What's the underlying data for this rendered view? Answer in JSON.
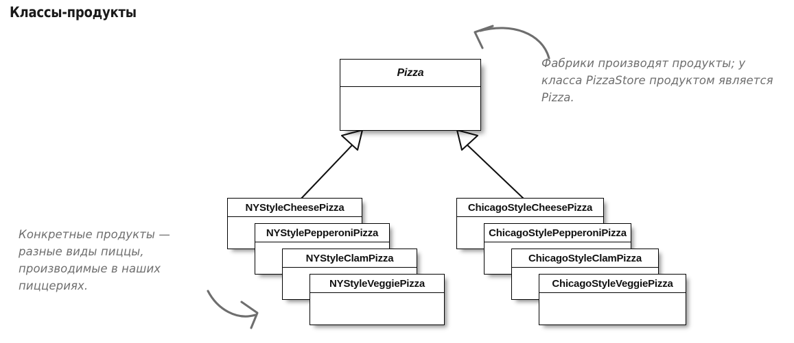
{
  "page": {
    "title": "Классы-продукты",
    "background_color": "#ffffff",
    "ink_color": "#111111",
    "note_color": "#6e6e6e"
  },
  "diagram": {
    "type": "uml-class-diagram",
    "root_class": {
      "name": "Pizza",
      "abstract": true,
      "compartments": [
        "name",
        "empty"
      ]
    },
    "relationship": "inheritance",
    "groups": [
      {
        "id": "ny-style",
        "classes": [
          {
            "name": "NYStyleCheesePizza"
          },
          {
            "name": "NYStylePepperoniPizza"
          },
          {
            "name": "NYStyleClamPizza"
          },
          {
            "name": "NYStyleVeggiePizza"
          }
        ]
      },
      {
        "id": "chicago-style",
        "classes": [
          {
            "name": "ChicagoStyleCheesePizza"
          },
          {
            "name": "ChicagoStylePepperoniPizza"
          },
          {
            "name": "ChicagoStyleClamPizza"
          },
          {
            "name": "ChicagoStyleVeggiePizza"
          }
        ]
      }
    ]
  },
  "annotations": {
    "right_note": "Фабрики производят продукты; у класса PizzaStore продуктом является Pizza.",
    "left_note": "Конкретные продукты — разные виды пиццы, производимые в наших пиццериях."
  }
}
